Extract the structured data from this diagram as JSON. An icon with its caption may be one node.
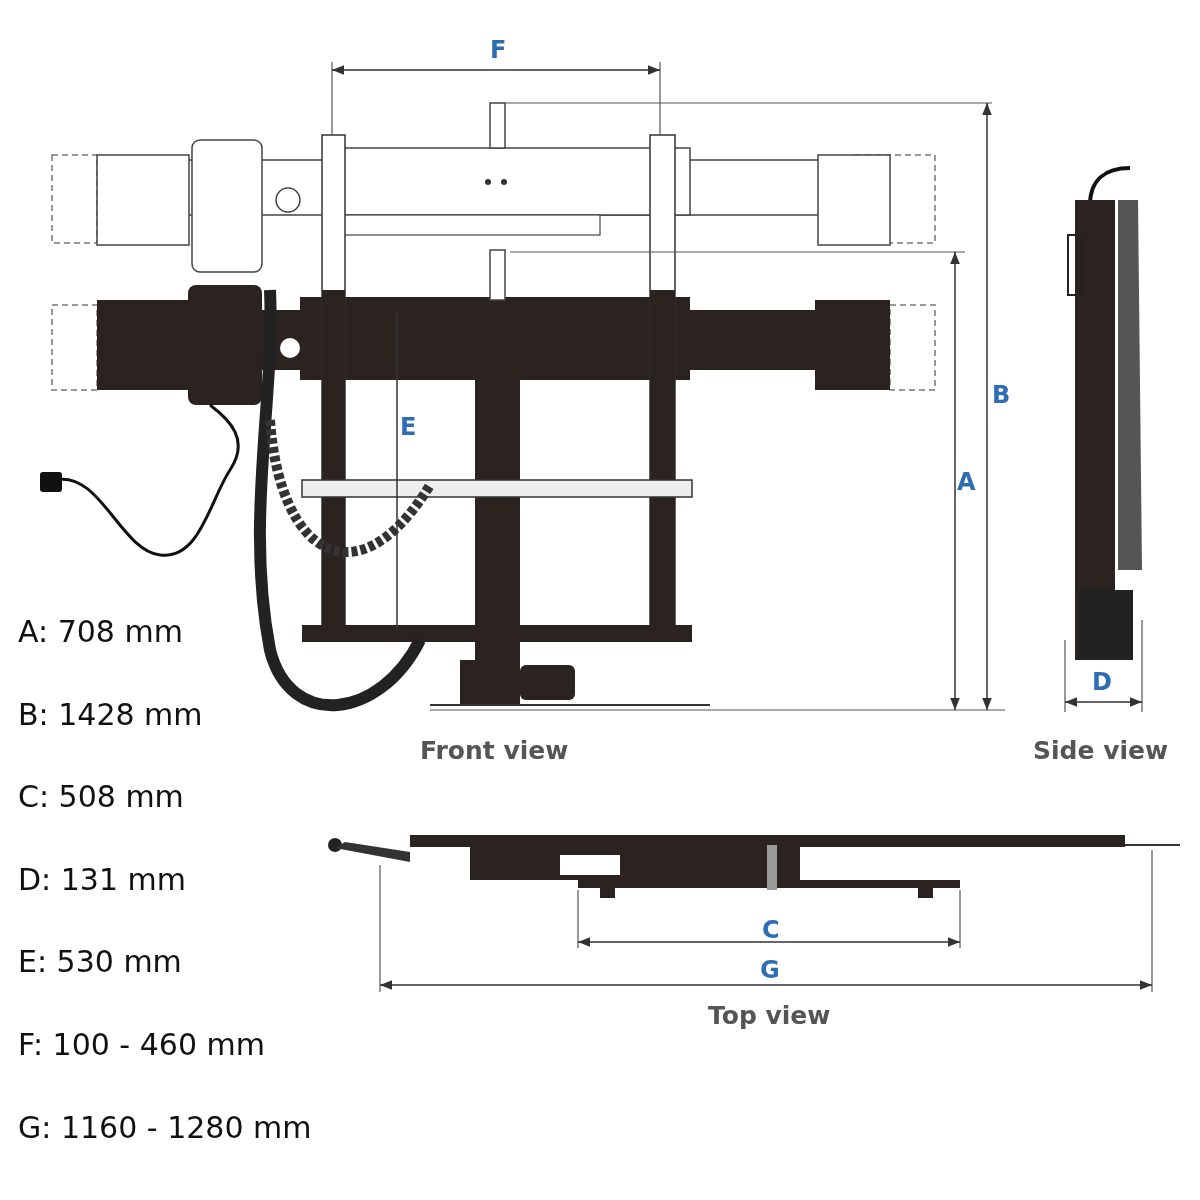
{
  "diagram": {
    "labels": [
      "F",
      "B",
      "E",
      "A",
      "A: 708 mm",
      "D",
      "B: 1428 mm",
      "Front view",
      "Side view",
      "C: 508 mm",
      "D: 131 mm",
      "C",
      "E: 530 mm",
      "G",
      "Top view",
      "F: 100 - 460 mm",
      "G: 1160 - 1280 mm"
    ]
  }
}
